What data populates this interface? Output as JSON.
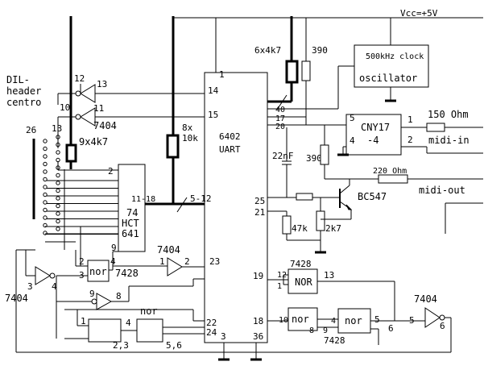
{
  "vcc": "Vcc=+5V",
  "connector": {
    "title_line1": "DIL-",
    "title_line2": "header",
    "title_line3": "centro",
    "pin_26": "26",
    "pin_13": "13"
  },
  "uart": {
    "name1": "6402",
    "name2": "UART",
    "pins": {
      "p1": "1",
      "p14": "14",
      "p15": "15",
      "p40": "40",
      "p17": "17",
      "p20": "20",
      "p5_12": "5-12",
      "p25": "25",
      "p21": "21",
      "p23": "23",
      "p19": "19",
      "p18": "18",
      "p22": "22",
      "p24": "24",
      "p3": "3",
      "p36": "36"
    }
  },
  "hct": {
    "line1": "74",
    "line2": "HCT",
    "line3": "641",
    "pin2": "2",
    "pin9": "9",
    "pin11_18": "11-18"
  },
  "resistor_arrays": {
    "r8x": "8x",
    "r10k": "10k",
    "r6x": "6x4k7",
    "r9x": "9x4k7"
  },
  "oscillator": {
    "line1": "500kHz clock",
    "line2": "oscillator"
  },
  "optocoupler": {
    "line1": "CNY17",
    "line2": "-4",
    "pin5": "5",
    "pin4": "4",
    "pin1": "1",
    "pin2": "2"
  },
  "components": {
    "r390a": "390",
    "r390b": "390",
    "cap": "22nF",
    "r47k": "47k",
    "r2k7": "2k7",
    "transistor": "BC547",
    "r150": "150 Ohm",
    "r220": "220 Ohm"
  },
  "io": {
    "midi_in": "midi-in",
    "midi_out": "midi-out"
  },
  "gates": {
    "inv_top1_in": "12",
    "inv_top1_out": "13",
    "inv_top2_in": "10",
    "inv_top2_out": "11",
    "inv_top_chip": "7404",
    "inv_mid_in": "1",
    "inv_mid_out": "2",
    "inv_mid_chip": "7404",
    "inv_left_in": "3",
    "inv_left_out": "4",
    "inv_left_chip": "7404",
    "inv_bot_in": "9",
    "inv_bot_out": "8",
    "inv_right_chip": "7404",
    "inv_right_in": "5",
    "inv_right_out": "6",
    "nor1_label": "nor",
    "nor1_pin2": "2",
    "nor1_pin3": "3",
    "nor1_pin4": "4",
    "nor1_chip": "7428",
    "nor2_label": "nor",
    "nor2_pin1": "1",
    "nor2_pin4": "4",
    "nor2_pins_a": "2,3",
    "nor2_pins_b": "5,6",
    "nor3_label": "NOR",
    "nor3_pin12": "12",
    "nor3_pin1": "1",
    "nor3_pin13": "13",
    "nor3_chip": "7428",
    "nor4_label": "nor",
    "nor4_pin10": "10",
    "nor4_pin8": "8",
    "nor4_pin4": "4",
    "nor4_pin9": "9",
    "nor5_label": "nor",
    "nor5_pin5": "5",
    "nor5_pin6": "6",
    "nor45_chip": "7428"
  }
}
